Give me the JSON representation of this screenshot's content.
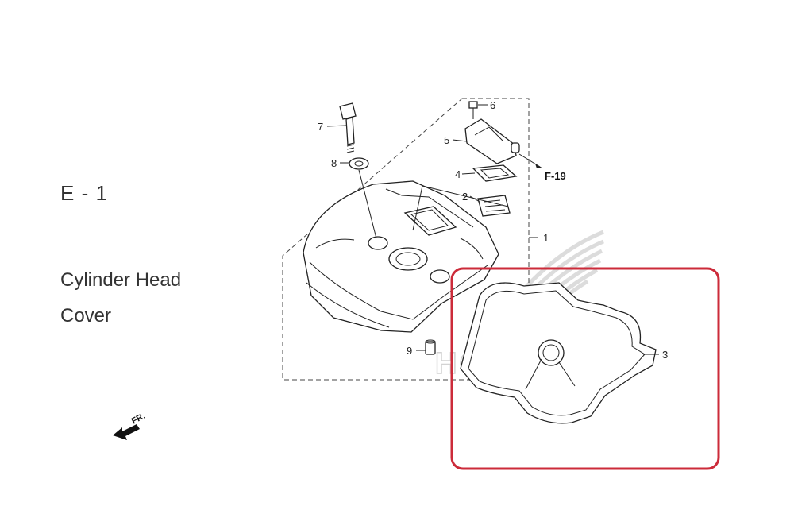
{
  "section": {
    "code": "E - 1"
  },
  "title": {
    "line1": "Cylinder Head",
    "line2": "Cover"
  },
  "reference": {
    "label": "F-19"
  },
  "direction": {
    "label": "FR."
  },
  "watermark": {
    "brand": "HONDA"
  },
  "callouts": [
    "1",
    "2",
    "3",
    "4",
    "5",
    "6",
    "7",
    "8",
    "9"
  ],
  "colors": {
    "highlight": "#cc2b3a",
    "line": "#222222",
    "watermark": "#d8d8d8"
  }
}
